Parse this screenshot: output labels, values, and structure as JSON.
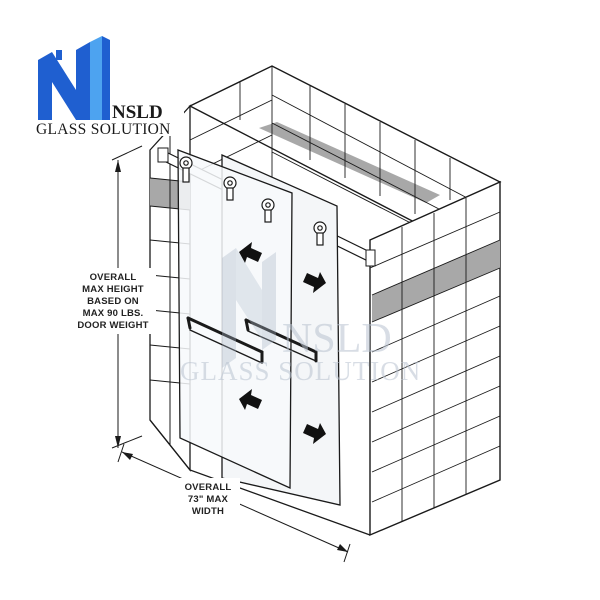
{
  "logo": {
    "name": "NSLD",
    "tagline": "GLASS SOLUTION",
    "colors": {
      "primary": "#1f5fd0",
      "accent": "#4da3f0"
    }
  },
  "watermark": {
    "name": "NSLD",
    "tagline": "GLASS SOLUTION"
  },
  "height_label": [
    "OVERALL",
    "MAX HEIGHT",
    "BASED ON",
    "MAX 90 LBS.",
    "DOOR WEIGHT"
  ],
  "width_label": [
    "OVERALL",
    "73\" MAX",
    "WIDTH"
  ],
  "colors": {
    "line": "#1a1a1a",
    "accent_tile": "#a8a8a8",
    "wall": "#ffffff",
    "glass": "#f4f6f8"
  }
}
